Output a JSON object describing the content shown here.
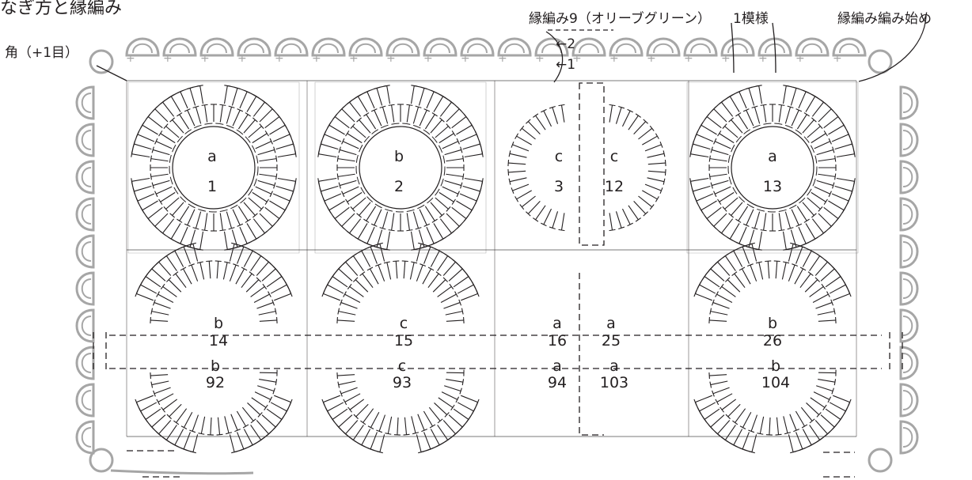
{
  "title": "なぎ方と縁編み",
  "annotations": {
    "edge_color_label": "縁編み9（オリーブグリーン）",
    "one_pattern": "1模様",
    "edge_start": "縁編み編み始め",
    "corner": "角（+1目）",
    "row2_arrow": "←2",
    "row1_arrow": "←1"
  },
  "motif_rows": [
    {
      "row": "top",
      "motifs": [
        {
          "letter": "a",
          "number": "1"
        },
        {
          "letter": "b",
          "number": "2"
        },
        {
          "letter": "c",
          "number": "3"
        },
        {
          "letter": "c",
          "number": "12"
        },
        {
          "letter": "a",
          "number": "13"
        }
      ]
    },
    {
      "row": "second",
      "motifs": [
        {
          "letter": "b",
          "number": "14"
        },
        {
          "letter": "c",
          "number": "15"
        },
        {
          "letter": "a",
          "number": "16"
        },
        {
          "letter": "a",
          "number": "25"
        },
        {
          "letter": "b",
          "number": "26"
        }
      ]
    },
    {
      "row": "last",
      "motifs": [
        {
          "letter": "b",
          "number": "92"
        },
        {
          "letter": "c",
          "number": "93"
        },
        {
          "letter": "a",
          "number": "94"
        },
        {
          "letter": "a",
          "number": "103"
        },
        {
          "letter": "b",
          "number": "104"
        }
      ]
    }
  ],
  "colors": {
    "ink": "#231f20",
    "border_gray": "#a6a6a6",
    "background": "#ffffff"
  }
}
